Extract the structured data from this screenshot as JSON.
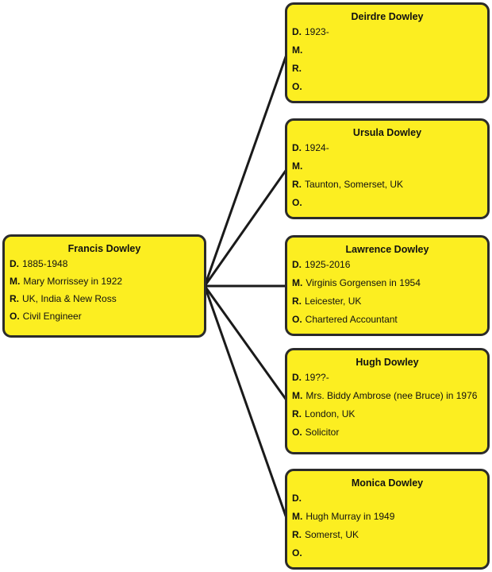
{
  "parent": {
    "name": "Francis Dowley",
    "fields": [
      {
        "label": "D.",
        "value": "1885-1948"
      },
      {
        "label": "M.",
        "value": "Mary Morrissey in 1922"
      },
      {
        "label": "R.",
        "value": "UK, India & New Ross"
      },
      {
        "label": "O.",
        "value": "Civil Engineer"
      }
    ]
  },
  "children": [
    {
      "name": "Deirdre Dowley",
      "fields": [
        {
          "label": "D.",
          "value": "1923-"
        },
        {
          "label": "M.",
          "value": ""
        },
        {
          "label": "R.",
          "value": ""
        },
        {
          "label": "O.",
          "value": ""
        }
      ]
    },
    {
      "name": "Ursula Dowley",
      "fields": [
        {
          "label": "D.",
          "value": "1924-"
        },
        {
          "label": "M.",
          "value": ""
        },
        {
          "label": "R.",
          "value": "Taunton, Somerset, UK"
        },
        {
          "label": "O.",
          "value": ""
        }
      ]
    },
    {
      "name": "Lawrence Dowley",
      "fields": [
        {
          "label": "D.",
          "value": "1925-2016"
        },
        {
          "label": "M.",
          "value": "Virginis Gorgensen in 1954"
        },
        {
          "label": "R.",
          "value": "Leicester, UK"
        },
        {
          "label": "O.",
          "value": "Chartered Accountant"
        }
      ]
    },
    {
      "name": "Hugh Dowley",
      "fields": [
        {
          "label": "D.",
          "value": "19??-"
        },
        {
          "label": "M.",
          "value": "Mrs. Biddy Ambrose (nee Bruce) in 1976"
        },
        {
          "label": "R.",
          "value": "London, UK"
        },
        {
          "label": "O.",
          "value": "Solicitor"
        }
      ]
    },
    {
      "name": "Monica Dowley",
      "fields": [
        {
          "label": "D.",
          "value": ""
        },
        {
          "label": "M.",
          "value": "Hugh Murray in 1949"
        },
        {
          "label": "R.",
          "value": "Somerst, UK"
        },
        {
          "label": "O.",
          "value": ""
        }
      ]
    }
  ],
  "colors": {
    "card_fill": "#fcee21",
    "card_border": "#2b2b2b",
    "connector": "#1a1a1a"
  }
}
